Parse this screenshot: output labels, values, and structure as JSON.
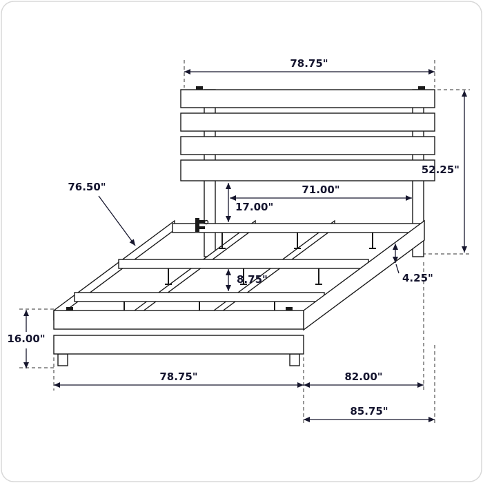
{
  "page": {
    "background_color": "#ffffff",
    "line_color": "#1a1a1a",
    "label_color": "#14142e"
  },
  "diagram": {
    "subject": "bed-frame-dimension-drawing",
    "dimensions": {
      "headboard_width": "78.75\"",
      "headboard_height": "52.25\"",
      "inner_post_span": "71.00\"",
      "headboard_to_rail": "17.00\"",
      "side_rail_length": "76.50\"",
      "slat_spacing": "8.75\"",
      "rail_height": "4.25\"",
      "footboard_height": "16.00\"",
      "footboard_width": "78.75\"",
      "frame_length": "82.00\"",
      "overall_length": "85.75\""
    }
  }
}
